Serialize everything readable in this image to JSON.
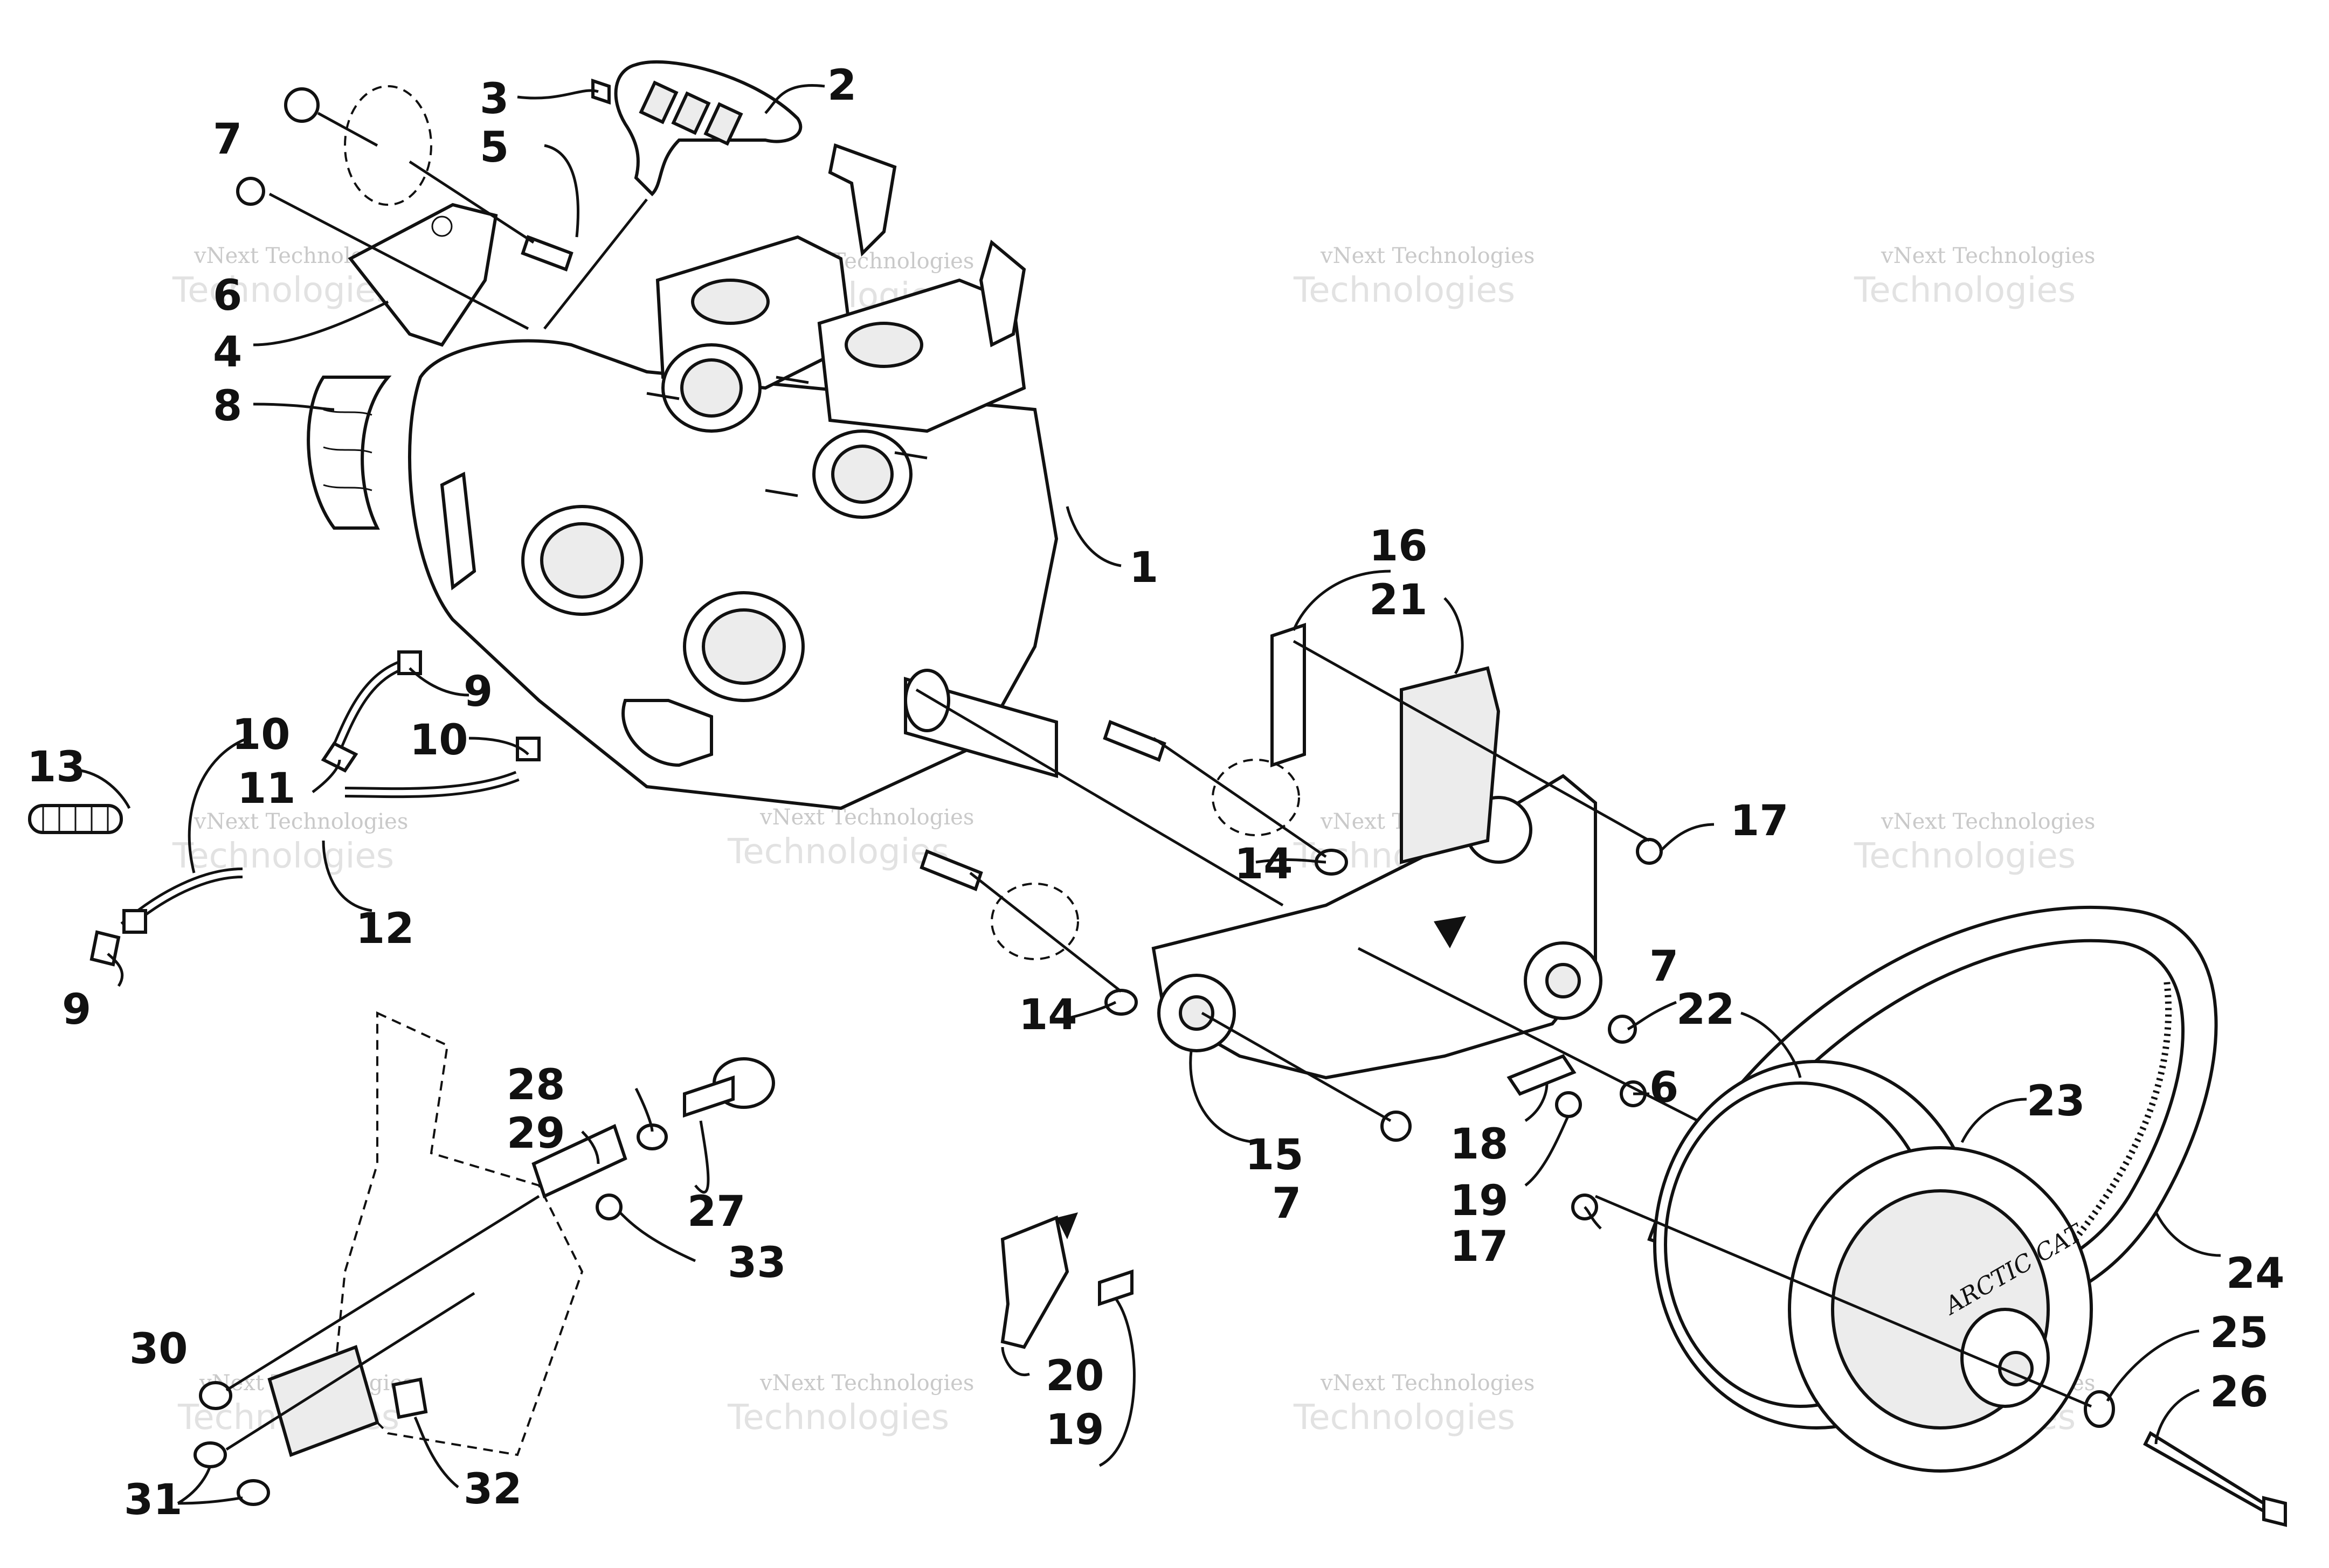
{
  "watermark": {
    "line1": "vNext Technologies",
    "line2": "Technologies"
  },
  "callouts": {
    "n1": "1",
    "n2": "2",
    "n3": "3",
    "n4": "4",
    "n5": "5",
    "n6a": "6",
    "n6b": "6",
    "n7a": "7",
    "n7b": "7",
    "n7c": "7",
    "n8": "8",
    "n9a": "9",
    "n9b": "9",
    "n10a": "10",
    "n10b": "10",
    "n11": "11",
    "n12": "12",
    "n13": "13",
    "n14a": "14",
    "n14b": "14",
    "n15": "15",
    "n16": "16",
    "n17a": "17",
    "n17b": "17",
    "n18": "18",
    "n19a": "19",
    "n19b": "19",
    "n20": "20",
    "n21": "21",
    "n22": "22",
    "n23": "23",
    "n24": "24",
    "n25": "25",
    "n26": "26",
    "n27": "27",
    "n28": "28",
    "n29": "29",
    "n30": "30",
    "n31": "31",
    "n32": "32",
    "n33": "33"
  },
  "clutch_logo_text": "ARCTIC CAT"
}
